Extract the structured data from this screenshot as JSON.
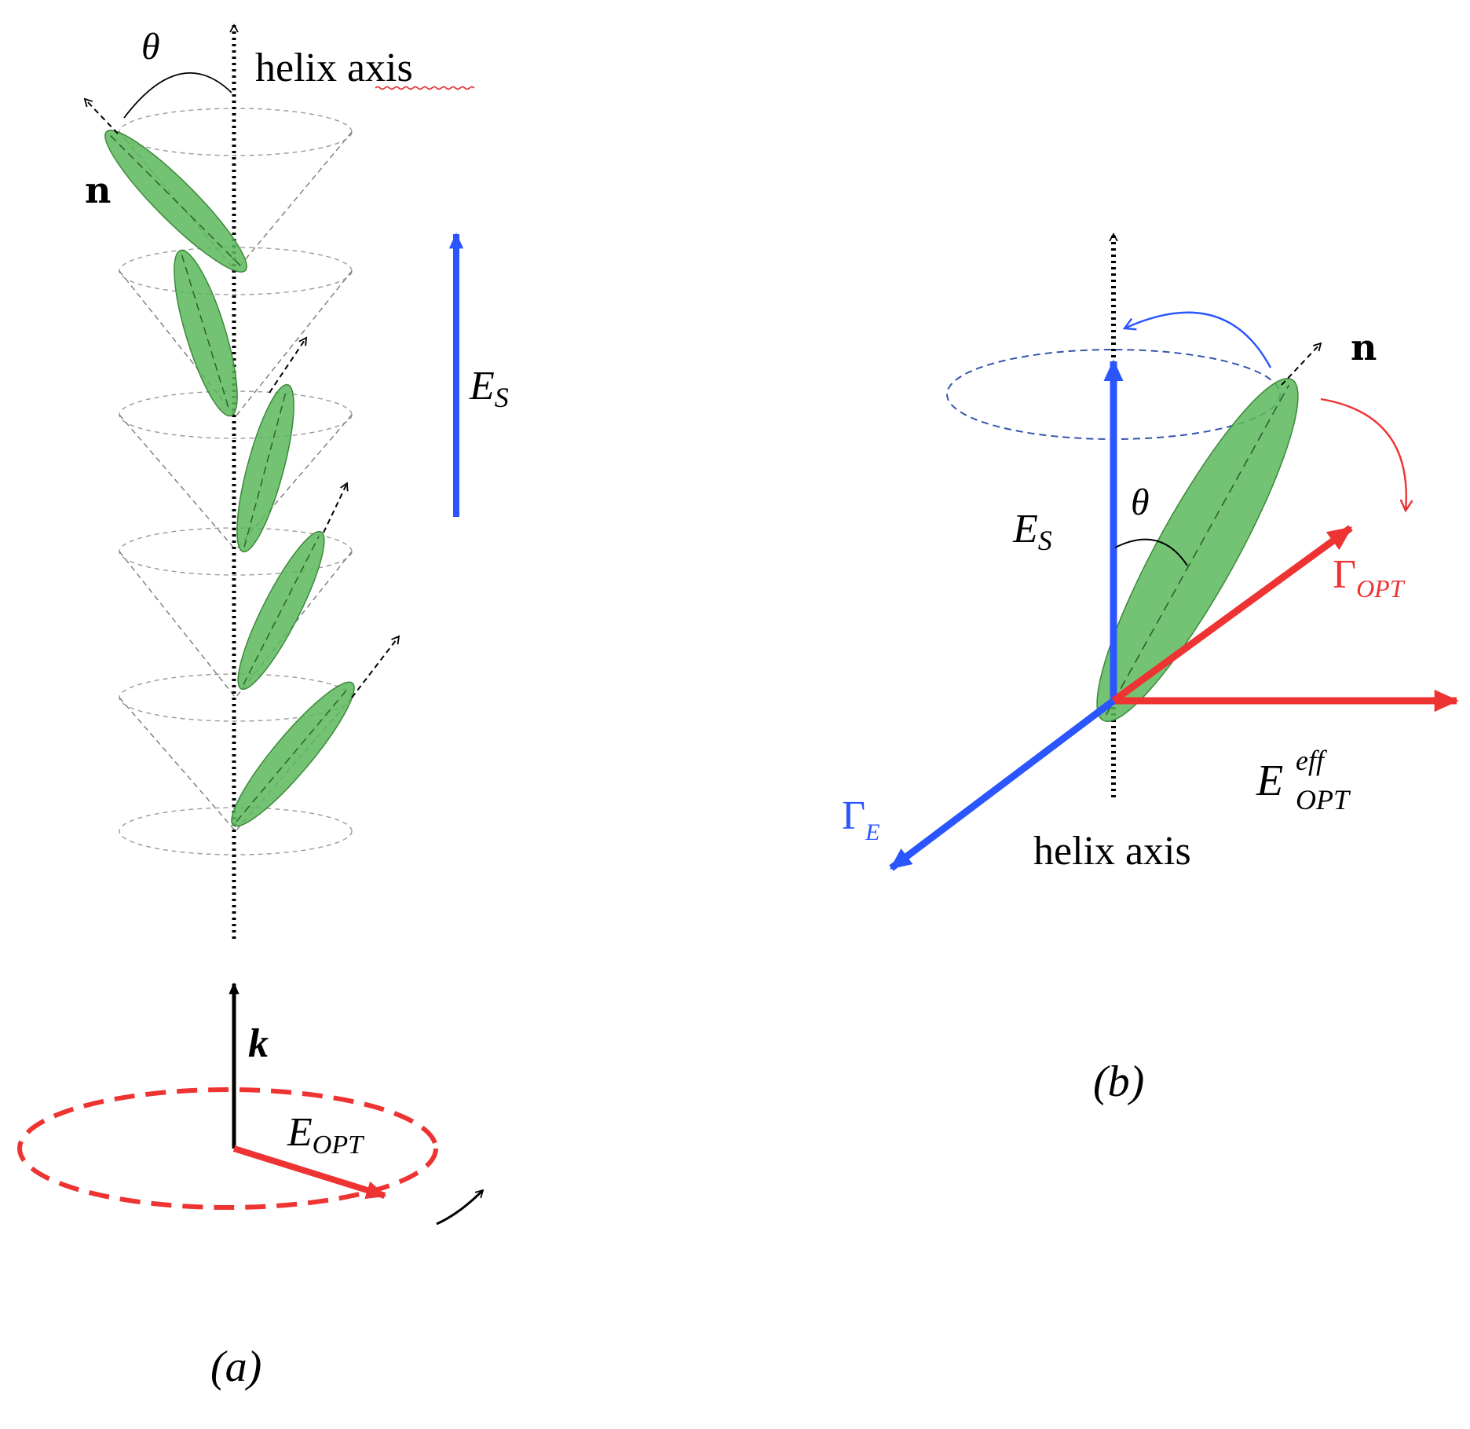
{
  "colors": {
    "blue": "#2a55ff",
    "red": "#ee3333",
    "green_fill": "#5cb85c",
    "green_stroke": "#3a8a3a",
    "black": "#000000",
    "dashed_gray": "#8a8a8a"
  },
  "panel_a": {
    "theta": "θ",
    "helix_axis": "helix axis",
    "director": "n",
    "field_main": "E",
    "field_sub": "S",
    "wavevector": "k",
    "opt_main": "E",
    "opt_sub": "OPT",
    "caption": "(a)"
  },
  "panel_b": {
    "director": "n",
    "field_main": "E",
    "field_sub": "S",
    "theta": "θ",
    "gamma_opt_main": "Γ",
    "gamma_opt_sub": "OPT",
    "eff_main": "E",
    "eff_sup": "eff",
    "eff_sub": "OPT",
    "gamma_e_main": "Γ",
    "gamma_e_sub": "E",
    "helix_axis": "helix axis",
    "caption": "(b)"
  }
}
